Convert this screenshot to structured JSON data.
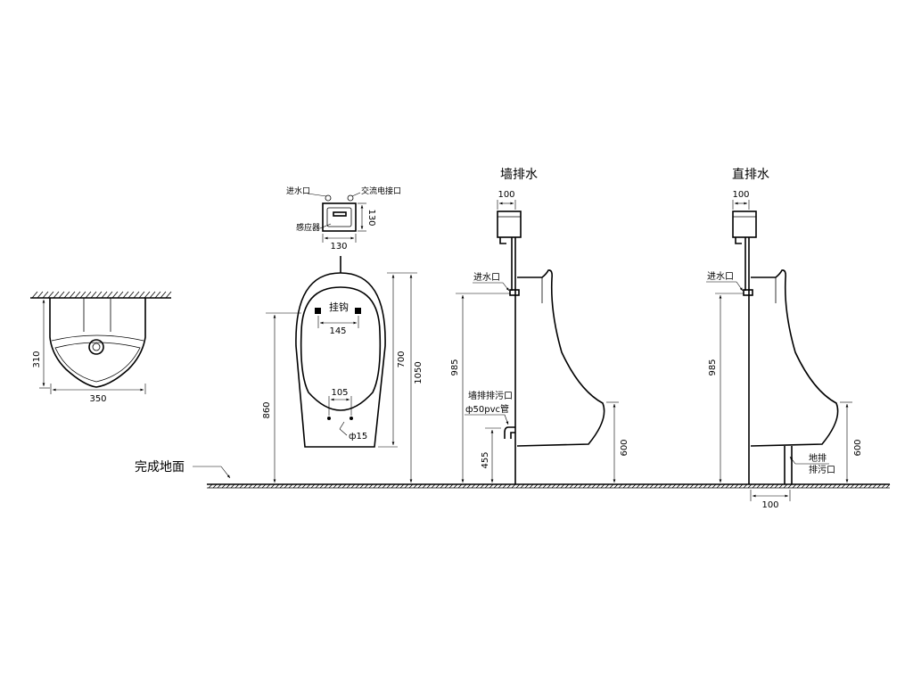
{
  "top_view": {
    "dim_height": "310",
    "dim_width": "350"
  },
  "sensor": {
    "inlet": "进水口",
    "ac_port": "交流电接口",
    "sensor": "感应器",
    "dim_w": "130",
    "dim_h": "130"
  },
  "front_view": {
    "hook": "挂钩",
    "dim_hook": "145",
    "dim_outlet": "105",
    "dim_hole": "ф15",
    "dim_860": "860",
    "dim_700": "700",
    "dim_1050": "1050"
  },
  "floor_label": "完成地面",
  "wall_drain": {
    "title": "墙排水",
    "dim_tank": "100",
    "inlet": "进水口",
    "dim_985": "985",
    "drain_label_1": "墙排排污口",
    "drain_label_2": "ф50pvc管",
    "dim_455": "455",
    "dim_600": "600"
  },
  "floor_drain": {
    "title": "直排水",
    "dim_tank": "100",
    "inlet": "进水口",
    "dim_985": "985",
    "drain_label_1": "地排",
    "drain_label_2": "排污口",
    "dim_600": "600",
    "dim_100": "100"
  }
}
